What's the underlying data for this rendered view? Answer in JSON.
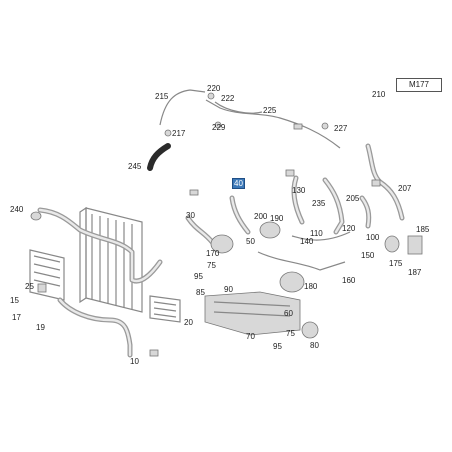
{
  "model_code": "M177",
  "callouts": [
    {
      "id": "215",
      "highlight": false
    },
    {
      "id": "220",
      "highlight": false
    },
    {
      "id": "222",
      "highlight": false
    },
    {
      "id": "225",
      "highlight": false
    },
    {
      "id": "210",
      "highlight": false
    },
    {
      "id": "217",
      "highlight": false
    },
    {
      "id": "229",
      "highlight": false
    },
    {
      "id": "227",
      "highlight": false
    },
    {
      "id": "245",
      "highlight": false
    },
    {
      "id": "40",
      "highlight": true
    },
    {
      "id": "130",
      "highlight": false
    },
    {
      "id": "207",
      "highlight": false
    },
    {
      "id": "205",
      "highlight": false
    },
    {
      "id": "235",
      "highlight": false
    },
    {
      "id": "240",
      "highlight": false
    },
    {
      "id": "30",
      "highlight": false
    },
    {
      "id": "200",
      "highlight": false
    },
    {
      "id": "190",
      "highlight": false
    },
    {
      "id": "50",
      "highlight": false
    },
    {
      "id": "110",
      "highlight": false
    },
    {
      "id": "120",
      "highlight": false
    },
    {
      "id": "100",
      "highlight": false
    },
    {
      "id": "185",
      "highlight": false
    },
    {
      "id": "140",
      "highlight": false
    },
    {
      "id": "170",
      "highlight": false
    },
    {
      "id": "175",
      "highlight": false
    },
    {
      "id": "187",
      "highlight": false
    },
    {
      "id": "75",
      "highlight": false
    },
    {
      "id": "150",
      "highlight": false
    },
    {
      "id": "95",
      "highlight": false
    },
    {
      "id": "160",
      "highlight": false
    },
    {
      "id": "180",
      "highlight": false
    },
    {
      "id": "90",
      "highlight": false
    },
    {
      "id": "85",
      "highlight": false
    },
    {
      "id": "15",
      "highlight": false
    },
    {
      "id": "25",
      "highlight": false
    },
    {
      "id": "20",
      "highlight": false
    },
    {
      "id": "17",
      "highlight": false
    },
    {
      "id": "19",
      "highlight": false
    },
    {
      "id": "60",
      "highlight": false
    },
    {
      "id": "70",
      "highlight": false
    },
    {
      "id": "75",
      "highlight": false
    },
    {
      "id": "95",
      "highlight": false
    },
    {
      "id": "80",
      "highlight": false
    },
    {
      "id": "10",
      "highlight": false
    }
  ]
}
